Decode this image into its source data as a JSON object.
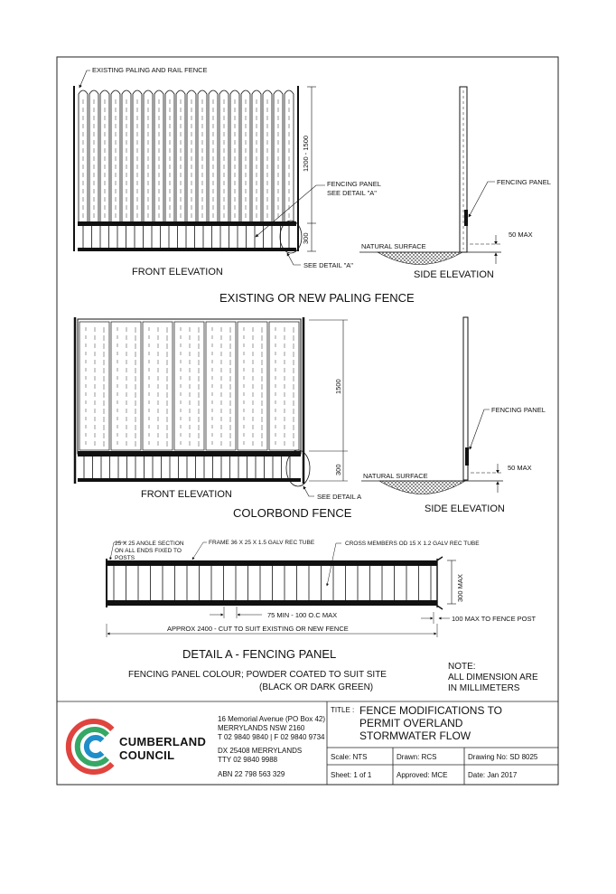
{
  "labels": {
    "existing_fence": "EXISTING PALING AND RAIL FENCE",
    "fencing_panel_see_a_1": "FENCING PANEL",
    "fencing_panel_see_a_2": "SEE DETAIL \"A\"",
    "fencing_panel": "FENCING PANEL",
    "dim_1200_1500": "1200 - 1500",
    "dim_300": "300",
    "dim_1500": "1500",
    "max_50": "50 MAX",
    "natural_surface": "NATURAL SURFACE",
    "see_detail_a_quoted": "SEE DETAIL \"A\"",
    "see_detail_a": "SEE DETAIL A",
    "front_elevation": "FRONT ELEVATION",
    "side_elevation": "SIDE  ELEVATION",
    "paling_heading": "EXISTING OR NEW  PALING FENCE",
    "colorbond_heading": "COLORBOND  FENCE",
    "angle_section_1": "25 X 25 ANGLE SECTION",
    "angle_section_2": "ON ALL ENDS FIXED TO",
    "angle_section_3": "POSTS",
    "frame": "FRAME  36 X 25 X 1.5 GALV REC TUBE",
    "cross_members": "CROSS MEMBERS OD 15 X 1.2 GALV REC TUBE",
    "dim_300_max": "300 MAX",
    "spacing": "75 MIN - 100 O.C MAX",
    "approx": "APPROX 2400 - CUT TO SUIT EXISTING OR NEW FENCE",
    "max_100": "100 MAX TO FENCE POST",
    "detail_heading": "DETAIL  A - FENCING PANEL",
    "colour_1": "FENCING PANEL COLOUR;  POWDER COATED TO SUIT SITE",
    "colour_2": "(BLACK OR DARK GREEN)",
    "note_1": "NOTE:",
    "note_2": "ALL DIMENSION ARE",
    "note_3": "IN MILLIMETERS"
  },
  "title_block": {
    "address_1": "16 Memorial Avenue (PO Box 42)",
    "address_2": "MERRYLANDS NSW 2160",
    "address_3": "T 02 9840 9840 | F 02 9840 9734",
    "dx": "DX 25408 MERRYLANDS",
    "tty": "TTY 02 9840 9988",
    "abn": "ABN 22 798 563 329",
    "brand_1": "CUMBERLAND",
    "brand_2": "COUNCIL",
    "title_label": "TITLE :",
    "title_1": "FENCE MODIFICATIONS TO",
    "title_2": "PERMIT OVERLAND",
    "title_3": "STORMWATER FLOW",
    "scale": "Scale: NTS",
    "drawn": "Drawn:  RCS",
    "drawing_no": "Drawing No:  SD 8025",
    "sheet": "Sheet:  1 of 1",
    "approved": "Approved:   MCE",
    "date": "Date:     Jan  2017"
  },
  "colors": {
    "logo_red": "#e0443e",
    "logo_green": "#35a865",
    "logo_blue": "#1f8ec9"
  }
}
